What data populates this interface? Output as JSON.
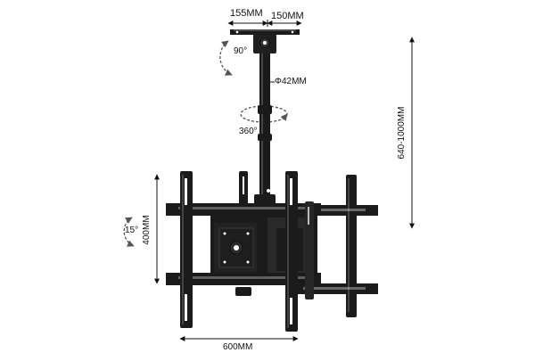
{
  "dimensions": {
    "plate_left": "155MM",
    "plate_right": "150MM",
    "pole_diameter": "Φ42MM",
    "height_range": "640-1000MM",
    "bracket_height": "400MM",
    "bracket_width": "600MM"
  },
  "angles": {
    "tilt_top": "90°",
    "swivel": "360°",
    "tilt_bracket": "15°"
  },
  "colors": {
    "metal": "#1b1b1b",
    "metal_edge": "#2e2e2e",
    "highlight": "#4a4a4a",
    "hole": "#ffffff",
    "arrow": "#111111",
    "rotation": "#555555"
  }
}
